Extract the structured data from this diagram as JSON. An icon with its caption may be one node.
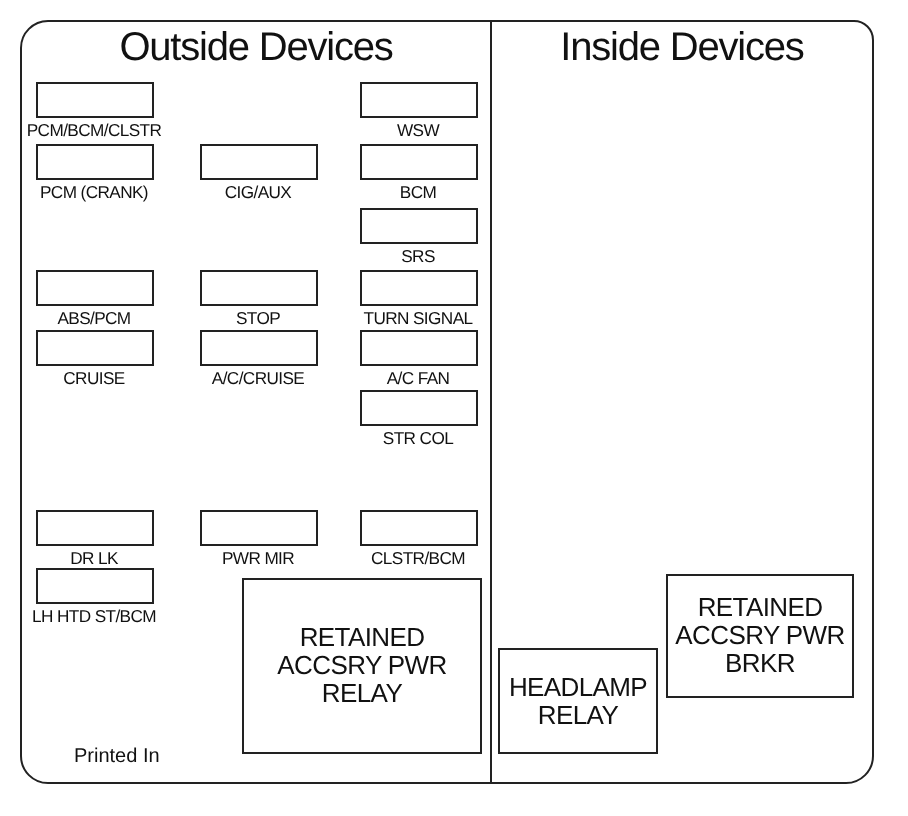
{
  "diagram": {
    "nodes": [
      {
        "text": [
          "Outside Devices"
        ]
      },
      {
        "text": [
          "PCM/BCM/CLSTR"
        ],
        "in": 0
      },
      {
        "text": [
          "WSW"
        ],
        "in": 0
      },
      {
        "text": [
          "PCM (CRANK)"
        ],
        "in": 0
      },
      {
        "text": [
          "CIG/AUX"
        ],
        "in": 0
      },
      {
        "text": [
          "BCM"
        ],
        "in": 0
      },
      {
        "text": [
          "SRS"
        ],
        "in": 0
      },
      {
        "text": [
          "ABS/PCM"
        ],
        "in": 0
      },
      {
        "text": [
          "STOP"
        ],
        "in": 0
      },
      {
        "text": [
          "TURN SIGNAL"
        ],
        "in": 0
      },
      {
        "text": [
          "CRUISE"
        ],
        "in": 0
      },
      {
        "text": [
          "A/C/CRUISE"
        ],
        "in": 0
      },
      {
        "text": [
          "A/C FAN"
        ],
        "in": 0
      },
      {
        "text": [
          "STR COL"
        ],
        "in": 0
      },
      {
        "text": [
          "DR LK"
        ],
        "in": 0
      },
      {
        "text": [
          "PWR MIR"
        ],
        "in": 0
      },
      {
        "text": [
          "CLSTR/BCM"
        ],
        "in": 0
      },
      {
        "text": [
          "LH HTD ST/BCM"
        ],
        "in": 0
      },
      {
        "text": [
          "RETAINED ACCSRY PWR RELAY"
        ],
        "in": 0
      },
      {
        "text": [
          "Inside Devices"
        ]
      },
      {
        "text": [
          "RETAINED ACCSRY PWR BRKR"
        ],
        "in": 19
      },
      {
        "text": [
          "HEADLAMP RELAY"
        ],
        "in": 19
      }
    ],
    "labels": [
      "Printed In"
    ]
  }
}
